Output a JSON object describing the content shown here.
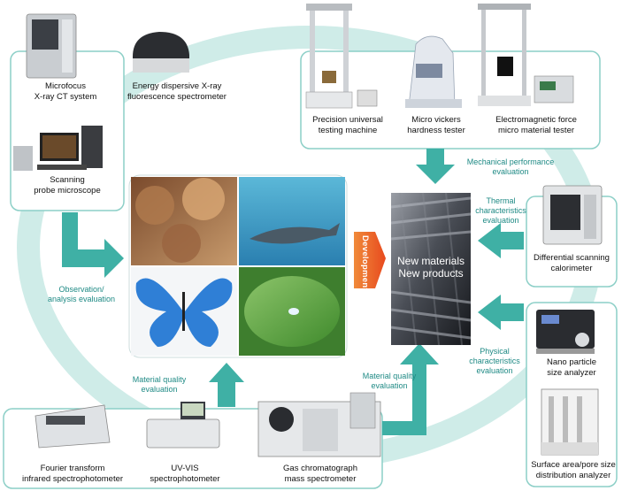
{
  "colors": {
    "teal_arrow": "#3fb0a5",
    "teal_text": "#1f8a85",
    "loop": "#cfece8",
    "box_border": "#8ccfc7",
    "dev_arrow": "#ea5a22"
  },
  "instruments": {
    "xray_ct": "Microfocus\nX-ray CT system",
    "xrf": "Energy dispersive X-ray\nfluorescence spectrometer",
    "spm": "Scanning\nprobe microscope",
    "utm": "Precision universal\ntesting machine",
    "vickers": "Micro vickers\nhardness tester",
    "emf": "Electromagnetic force\nmicro material tester",
    "dsc": "Differential scanning\ncalorimeter",
    "nano": "Nano particle\nsize analyzer",
    "surface": "Surface area/pore size\ndistribution analyzer",
    "ftir": "Fourier transform\ninfrared spectrophotometer",
    "uvvis": "UV-VIS\nspectrophotometer",
    "gcms": "Gas chromatograph\nmass spectrometer"
  },
  "evaluations": {
    "mechanical": "Mechanical performance\nevaluation",
    "thermal": "Thermal\ncharacteristics\nevaluation",
    "physical": "Physical\ncharacteristics\nevaluation",
    "observation": "Observation/\nanalysis evaluation",
    "material_left": "Material quality\nevaluation",
    "material_right": "Material quality\nevaluation"
  },
  "center": {
    "development": "Development",
    "new_materials": "New materials\nNew products"
  }
}
